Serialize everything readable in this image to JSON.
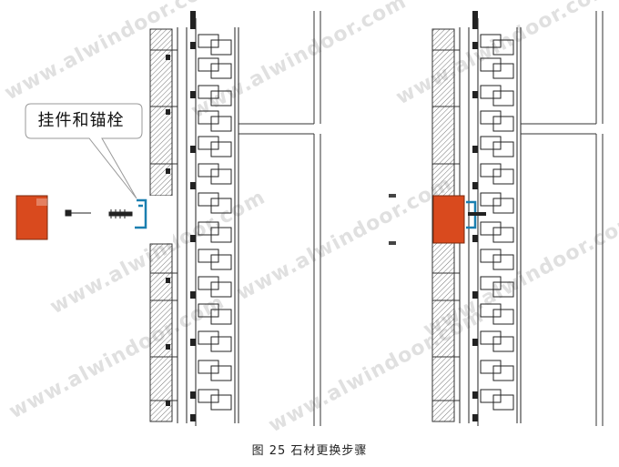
{
  "callout": {
    "label": "挂件和锚栓"
  },
  "caption": {
    "text": "图 25  石材更换步骤"
  },
  "watermark": {
    "text": "www.alwindoor.com"
  },
  "colors": {
    "stone_highlight": "#d94a1e",
    "bracket": "#1a7fb0",
    "line": "#222222",
    "hatch": "#555555"
  }
}
